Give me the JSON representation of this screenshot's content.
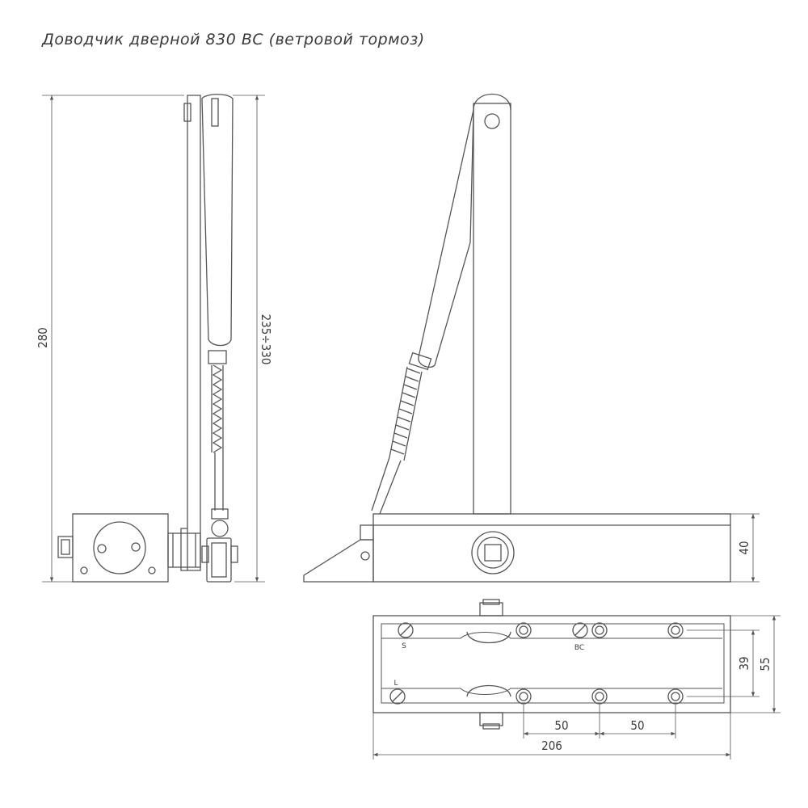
{
  "title": "Доводчик дверной 830 BC (ветровой тормоз)",
  "dimensions": {
    "total_height": "280",
    "arm_range": "235÷330",
    "body_height": "40",
    "plate_width": "55",
    "hole_spacing_v": "39",
    "hole_spacing_h1": "50",
    "hole_spacing_h2": "50",
    "total_length": "206"
  },
  "marks": {
    "s": "S",
    "bc": "BC",
    "l": "L"
  }
}
